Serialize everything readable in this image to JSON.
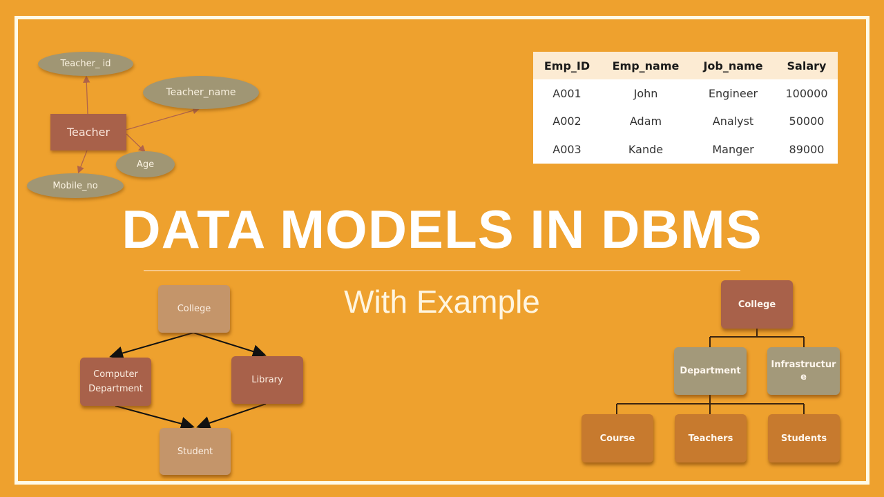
{
  "title": "DATA MODELS IN DBMS",
  "subtitle": "With Example",
  "colors": {
    "background": "#eea12e",
    "frame": "#fffbe8",
    "entity": "#a8614a",
    "attribute": "#a09674",
    "tan_box": "#c4956a",
    "olive_box": "#a3997a",
    "amber_box": "#c77a2e",
    "table_header": "#fcebd3"
  },
  "er_model": {
    "entity": "Teacher",
    "attributes": [
      "Teacher_ id",
      "Teacher_name",
      "Age",
      "Mobile_no"
    ]
  },
  "relational_model": {
    "columns": [
      "Emp_ID",
      "Emp_name",
      "Job_name",
      "Salary"
    ],
    "rows": [
      [
        "A001",
        "John",
        "Engineer",
        "100000"
      ],
      [
        "A002",
        "Adam",
        "Analyst",
        "50000"
      ],
      [
        "A003",
        "Kande",
        "Manger",
        "89000"
      ]
    ]
  },
  "network_model": {
    "nodes": [
      "College",
      "Computer Department",
      "Library",
      "Student"
    ],
    "computer_department_lines": [
      "Computer",
      "Department"
    ]
  },
  "hierarchical_model": {
    "root": "College",
    "level2": [
      "Department",
      "Infrastructure"
    ],
    "infrastructure_lines": [
      "Infrastructur",
      "e"
    ],
    "level3": [
      "Course",
      "Teachers",
      "Students"
    ]
  }
}
